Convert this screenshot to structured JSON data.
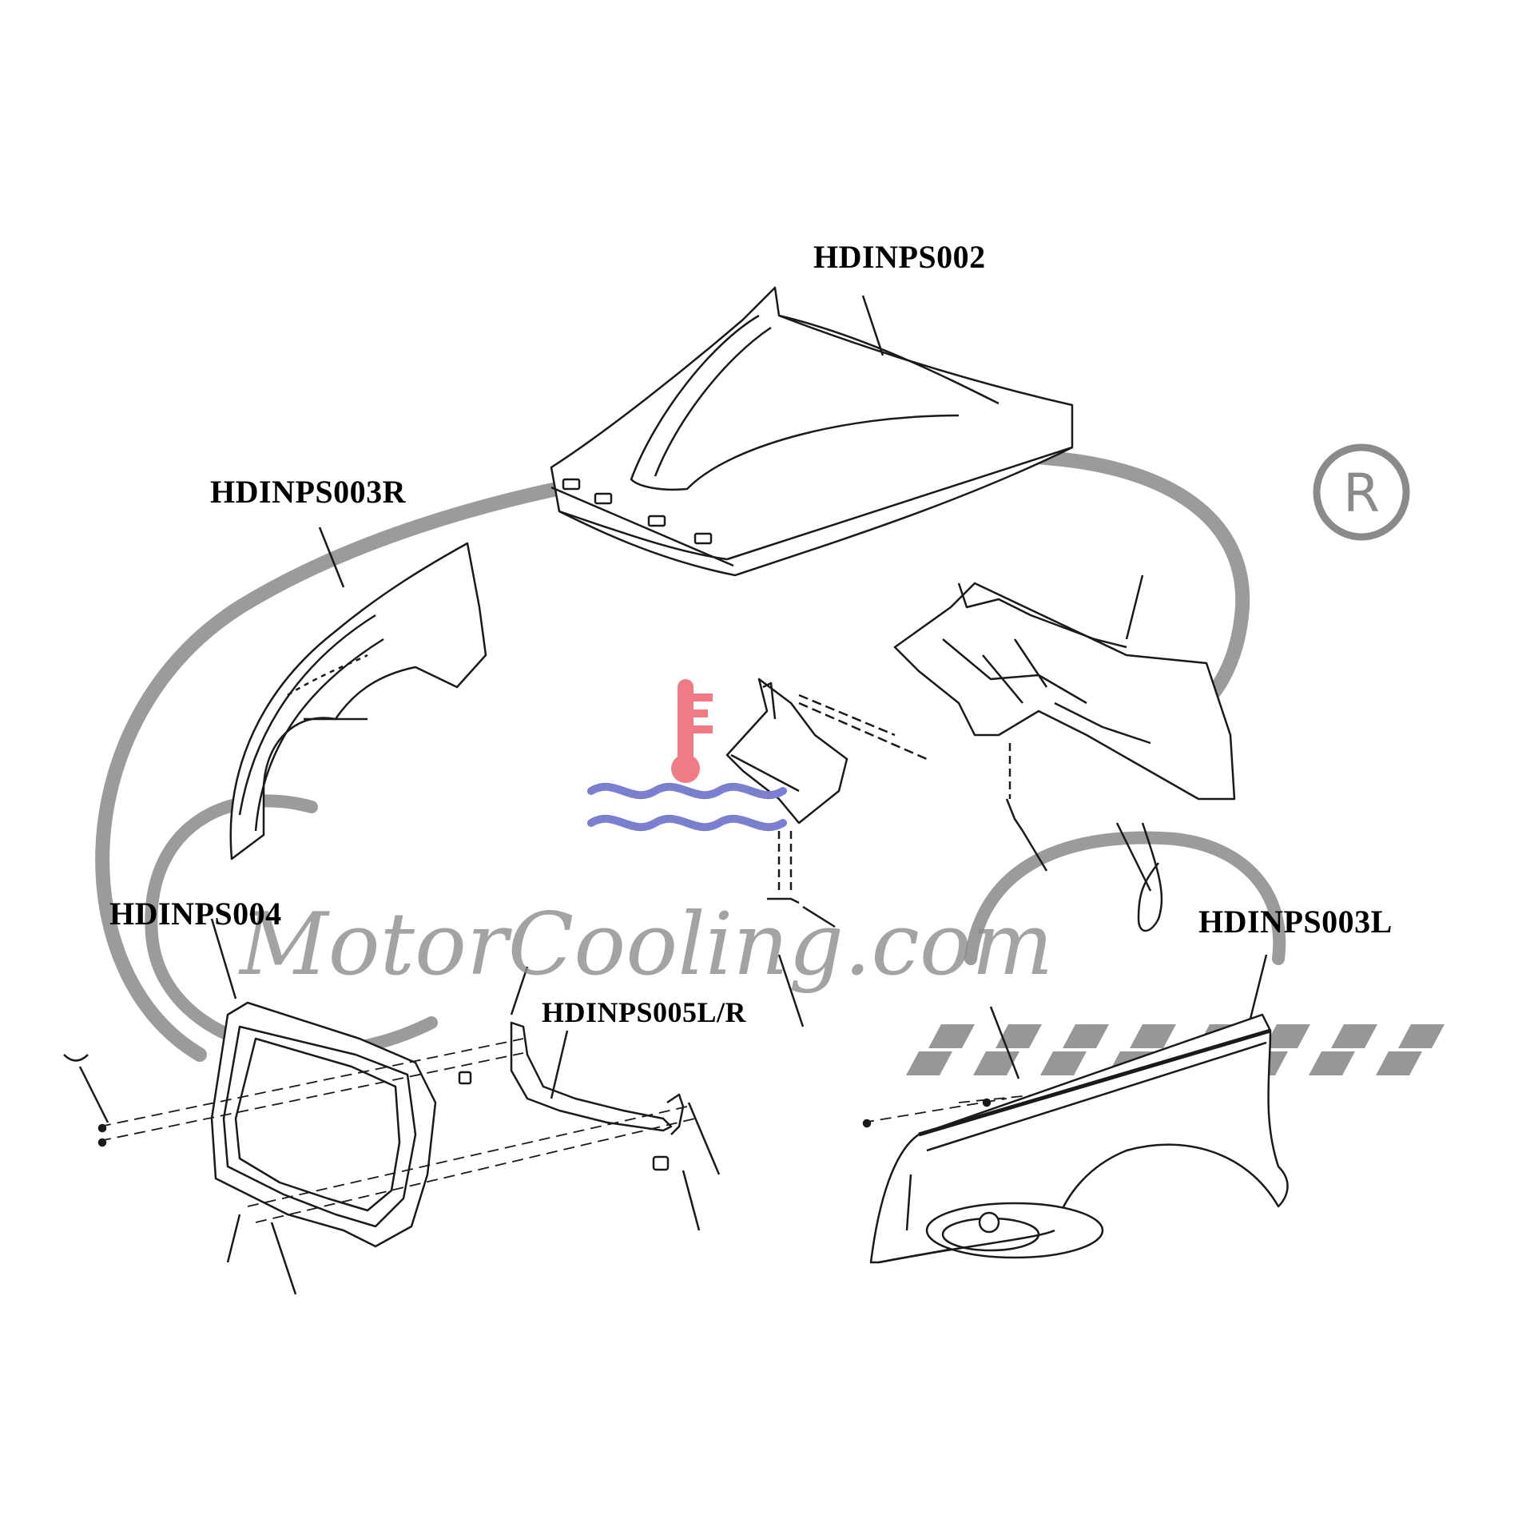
{
  "diagram": {
    "parts": [
      {
        "id": "hood",
        "label": "HDINPS002"
      },
      {
        "id": "fender-right",
        "label": "HDINPS003R"
      },
      {
        "id": "grille-frame",
        "label": "HDINPS004"
      },
      {
        "id": "bracket",
        "label": "HDINPS005L/R"
      },
      {
        "id": "fender-left",
        "label": "HDINPS003L"
      }
    ]
  },
  "watermark": {
    "text": "MotorCooling.com",
    "registered_mark": "®",
    "color": "#8a8a8a",
    "logo_colors": {
      "thermometer": "#f07b84",
      "waves": "#7b7fcf"
    }
  }
}
